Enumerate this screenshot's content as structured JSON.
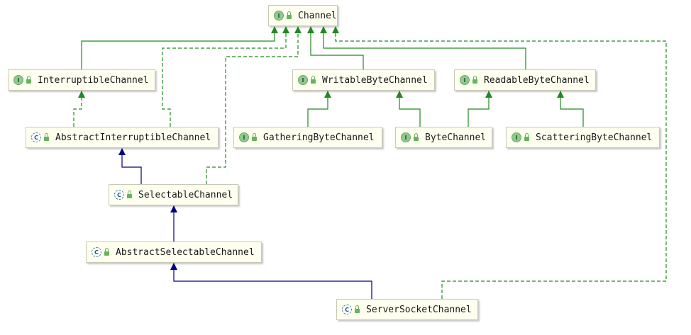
{
  "colors": {
    "implements_edge": "#1f8a1f",
    "extends_edge": "#000080",
    "node_fill": "#fffff0",
    "node_border": "#c9c9b8"
  },
  "nodes": {
    "channel": {
      "name": "Channel",
      "kind": "interface",
      "kind_label": "I"
    },
    "interruptible": {
      "name": "InterruptibleChannel",
      "kind": "interface",
      "kind_label": "I"
    },
    "writable": {
      "name": "WritableByteChannel",
      "kind": "interface",
      "kind_label": "I"
    },
    "readable": {
      "name": "ReadableByteChannel",
      "kind": "interface",
      "kind_label": "I"
    },
    "abstract_interruptible": {
      "name": "AbstractInterruptibleChannel",
      "kind": "abstract-class",
      "kind_label": "C"
    },
    "gathering": {
      "name": "GatheringByteChannel",
      "kind": "interface",
      "kind_label": "I"
    },
    "byte": {
      "name": "ByteChannel",
      "kind": "interface",
      "kind_label": "I"
    },
    "scattering": {
      "name": "ScatteringByteChannel",
      "kind": "interface",
      "kind_label": "I"
    },
    "selectable": {
      "name": "SelectableChannel",
      "kind": "abstract-class",
      "kind_label": "C"
    },
    "abstract_selectable": {
      "name": "AbstractSelectableChannel",
      "kind": "abstract-class",
      "kind_label": "C"
    },
    "server_socket": {
      "name": "ServerSocketChannel",
      "kind": "abstract-class",
      "kind_label": "C"
    }
  },
  "edges": [
    {
      "from": "interruptible",
      "to": "channel",
      "type": "extends-interface"
    },
    {
      "from": "writable",
      "to": "channel",
      "type": "extends-interface"
    },
    {
      "from": "readable",
      "to": "channel",
      "type": "extends-interface"
    },
    {
      "from": "abstract_interruptible",
      "to": "channel",
      "type": "implements"
    },
    {
      "from": "selectable",
      "to": "channel",
      "type": "implements"
    },
    {
      "from": "server_socket",
      "to": "channel",
      "type": "implements"
    },
    {
      "from": "abstract_interruptible",
      "to": "interruptible",
      "type": "implements"
    },
    {
      "from": "gathering",
      "to": "writable",
      "type": "extends-interface"
    },
    {
      "from": "byte",
      "to": "writable",
      "type": "extends-interface"
    },
    {
      "from": "byte",
      "to": "readable",
      "type": "extends-interface"
    },
    {
      "from": "scattering",
      "to": "readable",
      "type": "extends-interface"
    },
    {
      "from": "selectable",
      "to": "abstract_interruptible",
      "type": "extends-class"
    },
    {
      "from": "abstract_selectable",
      "to": "selectable",
      "type": "extends-class"
    },
    {
      "from": "server_socket",
      "to": "abstract_selectable",
      "type": "extends-class"
    }
  ]
}
